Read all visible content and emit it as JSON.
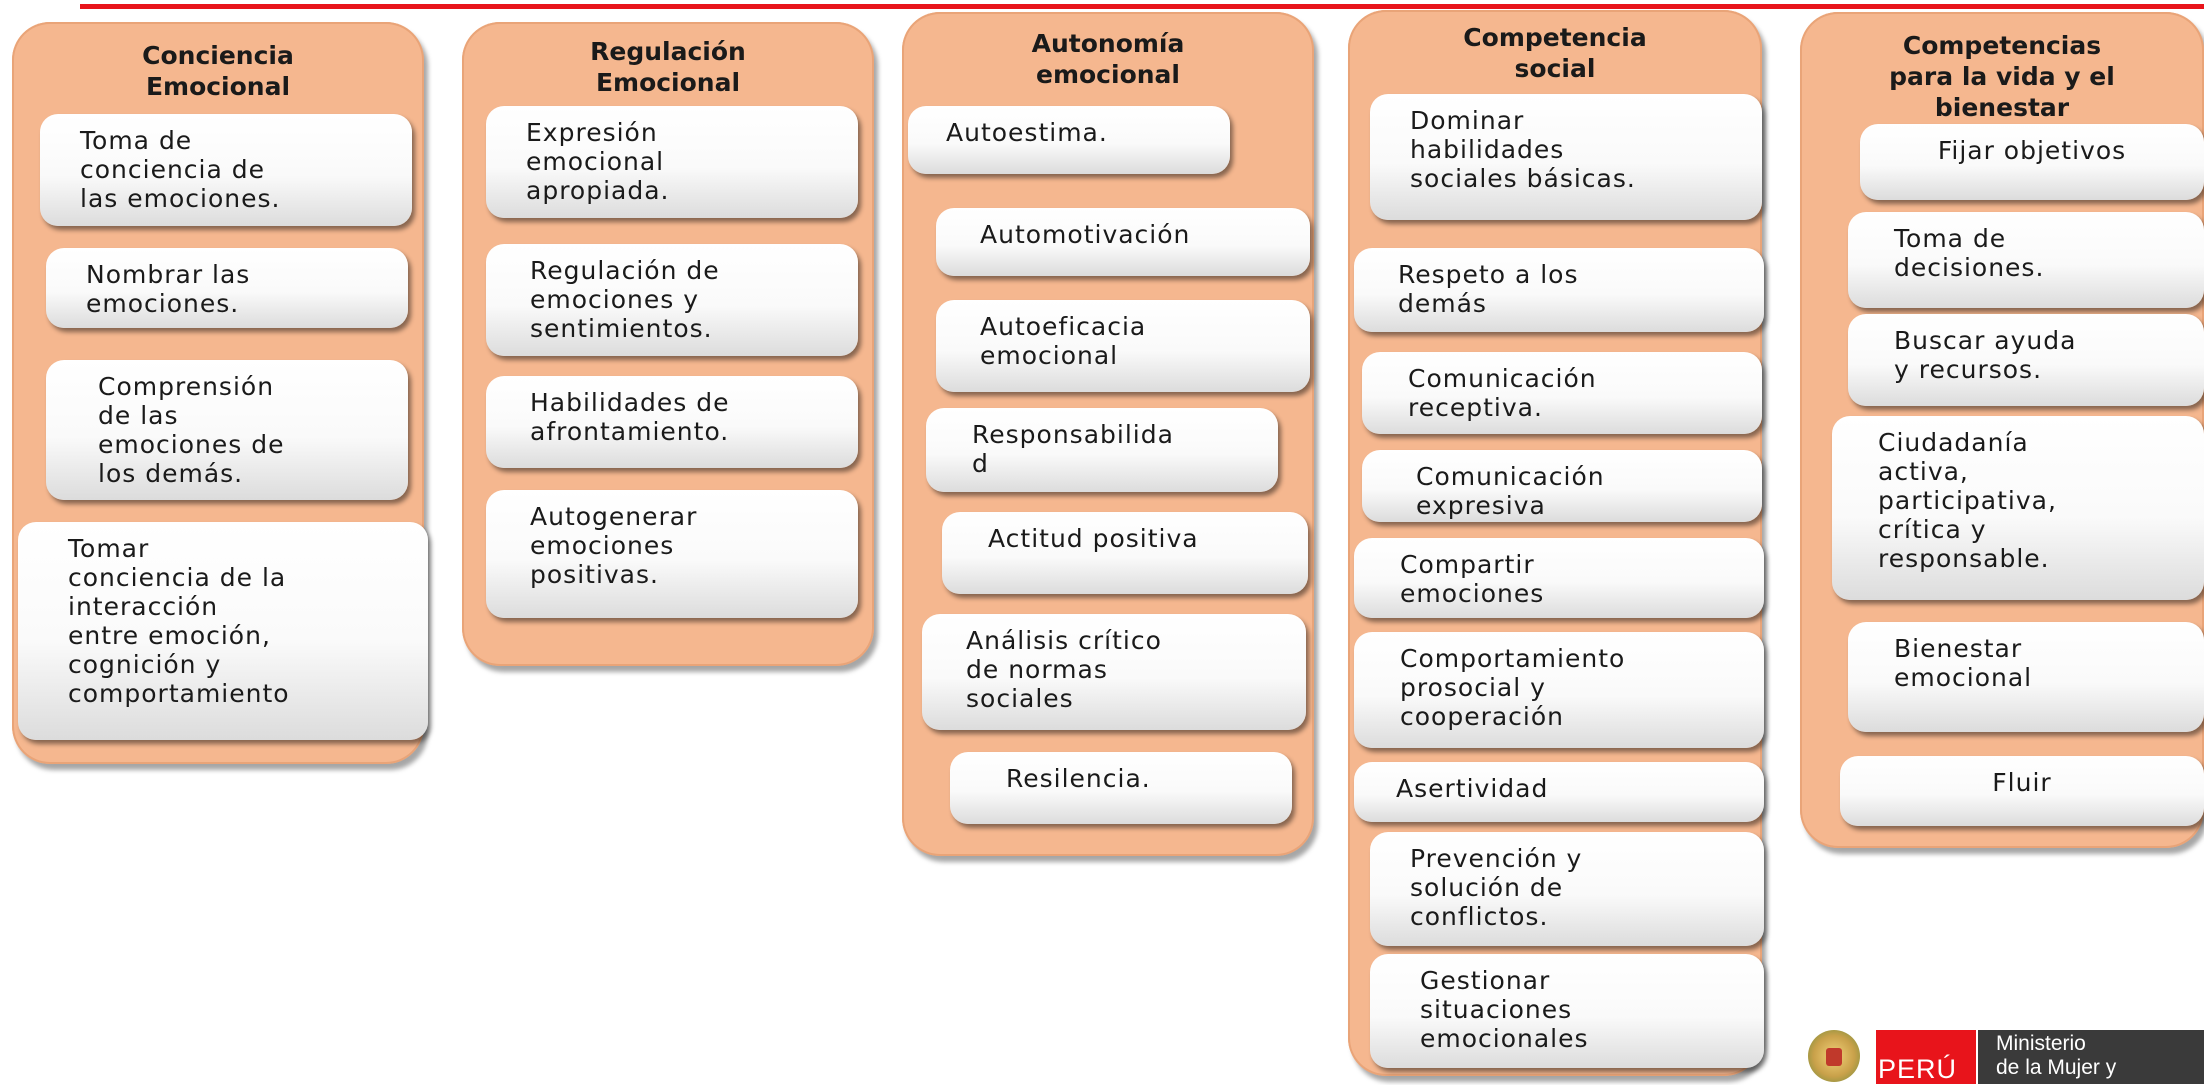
{
  "columns": [
    {
      "title": "Conciencia\nEmocional",
      "items": [
        "Toma de\nconciencia de\nlas emociones.",
        "Nombrar las\nemociones.",
        "Comprensión\nde las\nemociones de\nlos demás.",
        "Tomar\nconciencia de la\ninteracción\nentre emoción,\ncognición y\ncomportamiento"
      ]
    },
    {
      "title": "Regulación\nEmocional",
      "items": [
        "Expresión\nemocional\napropiada.",
        "Regulación de\nemociones y\nsentimientos.",
        "Habilidades de\nafrontamiento.",
        "Autogenerar\nemociones\npositivas."
      ]
    },
    {
      "title": "Autonomía\nemocional",
      "items": [
        "Autoestima.",
        "Automotivación",
        "Autoeficacia\nemocional",
        "Responsabilida\nd",
        "Actitud positiva",
        "Análisis crítico\nde normas\nsociales",
        "Resilencia."
      ]
    },
    {
      "title": "Competencia\nsocial",
      "items": [
        "Dominar\nhabilidades\nsociales básicas.",
        "Respeto a los\ndemás",
        "Comunicación\nreceptiva.",
        "Comunicación\nexpresiva",
        "Compartir\nemociones",
        "Comportamiento\nprosocial y\ncooperación",
        "Asertividad",
        "Prevención y\nsolución de\nconflictos.",
        "Gestionar\nsituaciones\nemocionales"
      ]
    },
    {
      "title": "Competencias\npara la vida y el\nbienestar",
      "items": [
        "Fijar objetivos",
        "Toma de\ndecisiones.",
        "Buscar ayuda\ny recursos.",
        "Ciudadanía\nactiva,\nparticipativa,\ncrítica y\nresponsable.",
        "Bienestar\nemocional",
        "Fluir"
      ]
    }
  ],
  "logo": {
    "country": "PERÚ",
    "ministry": "Ministerio\nde la Mujer y"
  },
  "colors": {
    "column_fill": "#f5b78f",
    "accent_line": "#e8141b",
    "box_fill": "#ffffff"
  }
}
